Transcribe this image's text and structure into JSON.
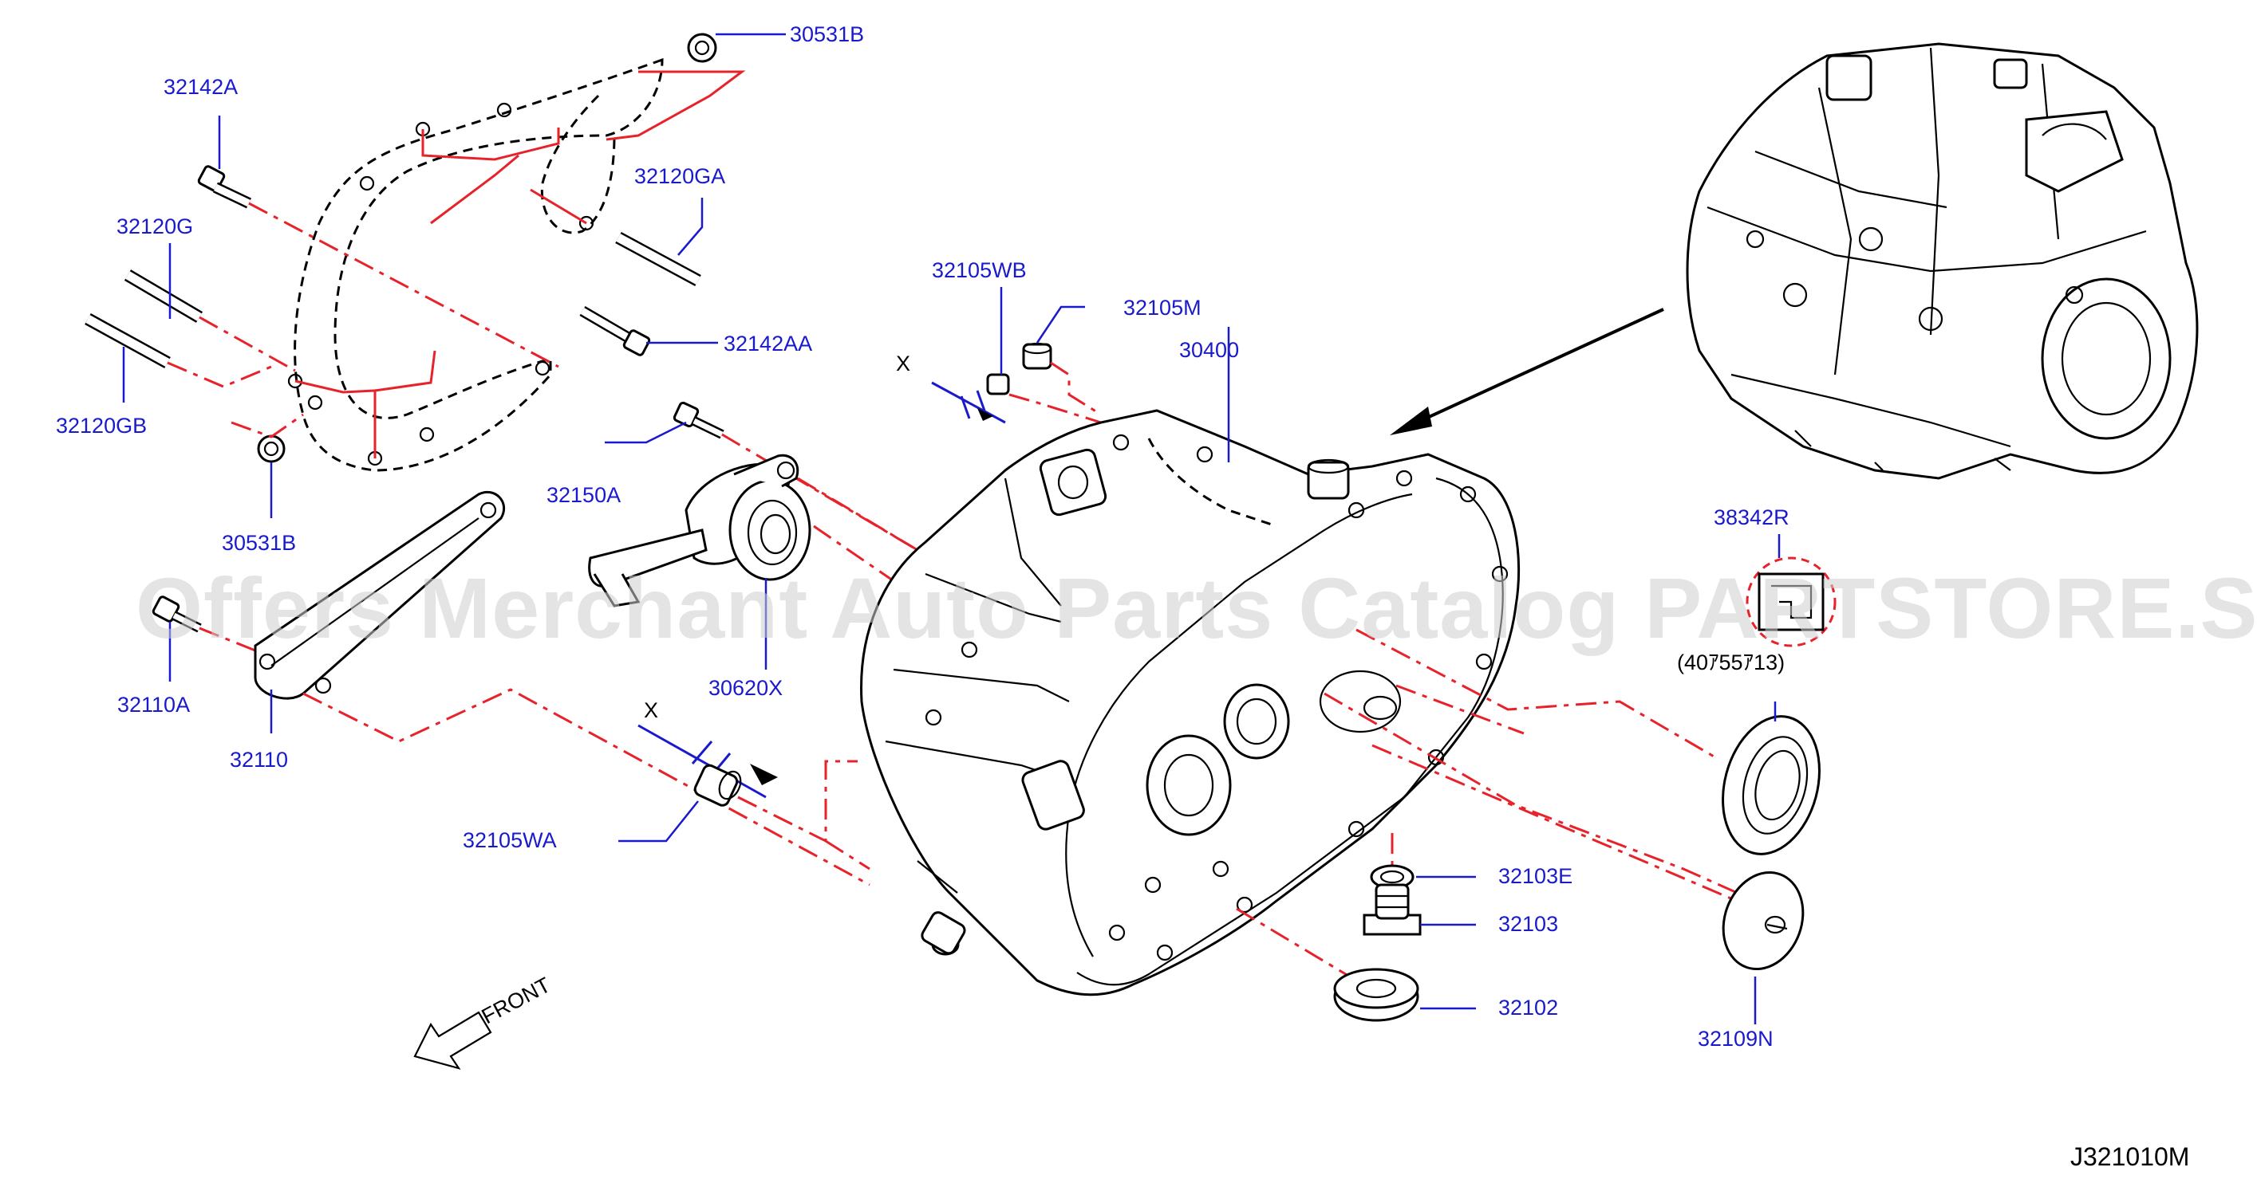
{
  "labels": {
    "p30531B_top": "30531B",
    "p32142A": "32142A",
    "p32120GA": "32120GA",
    "p32120G": "32120G",
    "p32142AA": "32142AA",
    "p32120GB": "32120GB",
    "p30531B_bottom": "30531B",
    "p32105WB": "32105WB",
    "p32105M": "32105M",
    "p30400": "30400",
    "p32150A": "32150A",
    "p32110A": "32110A",
    "p32110": "32110",
    "p30620X": "30620X",
    "x_top": "X",
    "x_bottom": "X",
    "p32105WA": "32105WA",
    "p38342R": "38342R",
    "dim_38342R": "(40ｱ55ｱ13)",
    "p32103E": "32103E",
    "p32103": "32103",
    "p32102": "32102",
    "p32109N": "32109N",
    "front": "FRONT"
  },
  "watermark": "Offers Merchant Auto Parts Catalog PARTSTORE.SA",
  "diagram_code": "J321010M",
  "colors": {
    "label_blue": "#1a1acd",
    "leader_red": "#e8222a",
    "line_black": "#000000"
  }
}
